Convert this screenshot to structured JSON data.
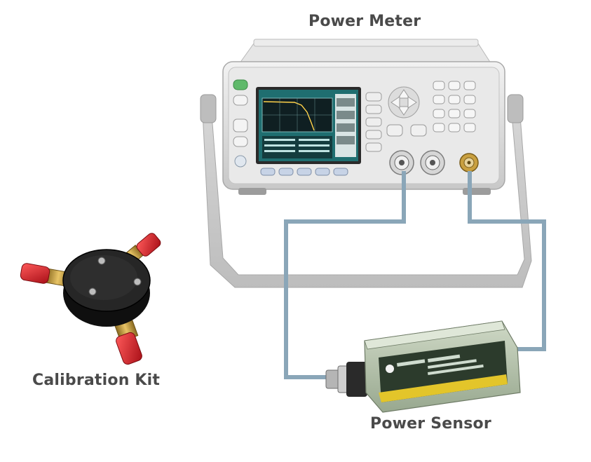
{
  "labels": {
    "power_meter": "Power Meter",
    "calibration_kit": "Calibration Kit",
    "power_sensor": "Power Sensor"
  },
  "colors": {
    "cable": "#8aa6b8",
    "label_text": "#4a4a4a",
    "meter_body": "#dcdcdc",
    "screen_bg": "#1f6e70",
    "sensor_body": "#b9c7b0",
    "cap_red": "#d8202a",
    "brass": "#c9a040"
  }
}
